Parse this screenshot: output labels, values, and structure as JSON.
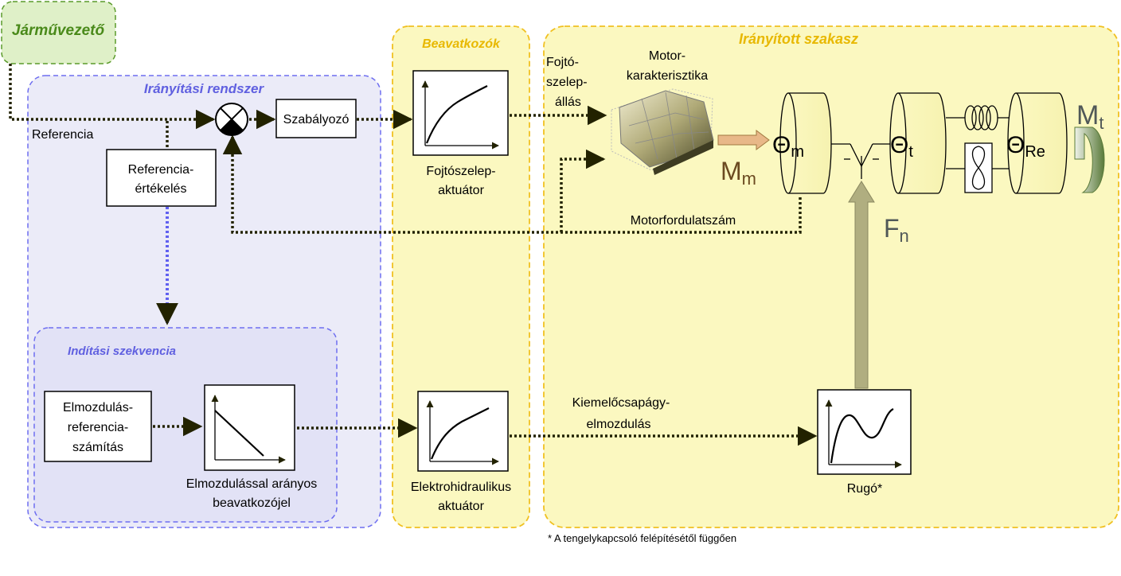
{
  "groups": {
    "driver": "Járművezető",
    "control_system": "Irányítási rendszer",
    "actuators": "Beavatkozók",
    "plant": "Irányított szakasz",
    "start_sequence": "Indítási szekvencia"
  },
  "blocks": {
    "controller": "Szabályozó",
    "reference_eval": [
      "Referencia-",
      "értékelés"
    ],
    "displacement_ref": [
      "Elmozdulás-",
      "referencia-",
      "számítás"
    ],
    "proportional_signal": [
      "Elmozdulással arányos",
      "beavatkozójel"
    ],
    "throttle_actuator": [
      "Fojtószelep-",
      "aktuátor"
    ],
    "electrohydraulic_actuator": [
      "Elektrohidraulikus",
      "aktuátor"
    ],
    "spring": "Rugó*",
    "engine_map": [
      "Motor-",
      "karakterisztika"
    ]
  },
  "signals": {
    "reference": "Referencia",
    "throttle_position": [
      "Fojtó-",
      "szelep-",
      "állás"
    ],
    "engine_speed": "Motorfordulatszám",
    "bearing_displacement": [
      "Kiemelőcsapágy-",
      "elmozdulás"
    ]
  },
  "symbols": {
    "Mm": {
      "base": "M",
      "sub": "m"
    },
    "Mt": {
      "base": "M",
      "sub": "t"
    },
    "Fn": {
      "base": "F",
      "sub": "n"
    },
    "theta_m": {
      "base": "Θ",
      "sub": "m"
    },
    "theta_t": {
      "base": "Θ",
      "sub": "t"
    },
    "theta_re": {
      "base": "Θ",
      "sub": "Re"
    }
  },
  "footnote": "* A tengelykapcsoló felépítésétől függően",
  "colors": {
    "driver_border": "#5a9a2a",
    "driver_fill": "#dff0c8",
    "driver_text": "#4a8a1a",
    "control_border": "#6e6ef0",
    "control_fill": "#ebebf8",
    "control_text": "#6060e0",
    "sequence_fill": "#e2e2f6",
    "yellow_border": "#f0c020",
    "yellow_fill": "#fbf8c0",
    "yellow_text": "#e8b800",
    "signal_dark": "#222200",
    "signal_blue": "#6060f0",
    "arrow_olive": "#b0ae80",
    "arrow_orange": "#e8b888",
    "symbol_brown": "#6b4a20",
    "symbol_gray": "#505858"
  }
}
